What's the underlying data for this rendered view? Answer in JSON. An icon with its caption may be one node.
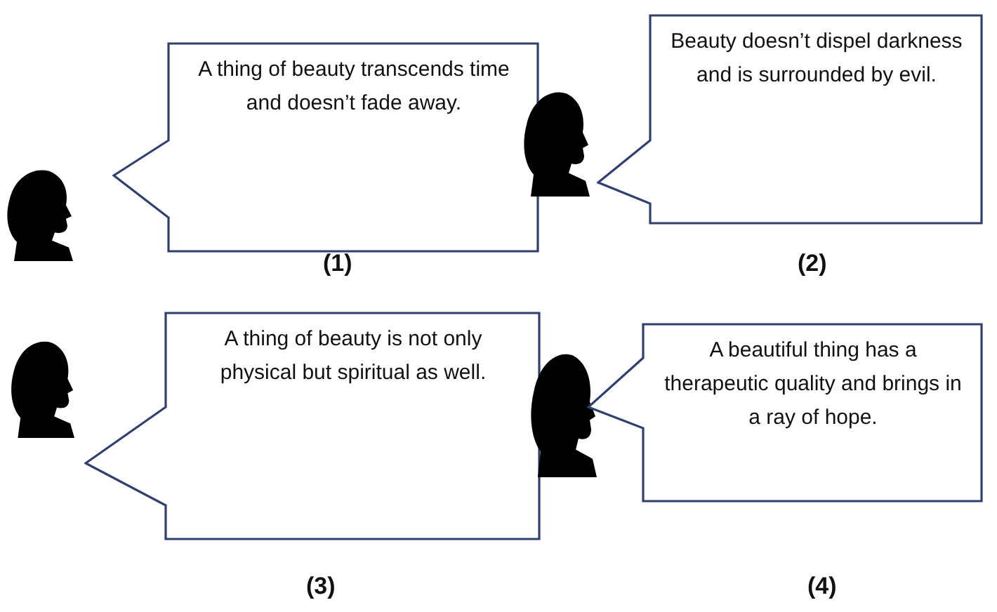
{
  "diagram": {
    "nodes": [
      {
        "text": [],
        "shape": "person"
      },
      {
        "text": [
          "A thing of beauty transcends time and doesn’t fade away."
        ]
      },
      {
        "text": [],
        "shape": "person"
      },
      {
        "text": [
          "Beauty doesn’t dispel darkness and is surrounded by evil."
        ]
      },
      {
        "text": [],
        "shape": "person"
      },
      {
        "text": [
          "A thing of beauty is not only physical but spiritual as well."
        ]
      },
      {
        "text": [],
        "shape": "person"
      },
      {
        "text": [
          "A beautiful thing has a therapeutic quality and brings in a ray of hope."
        ]
      }
    ],
    "labels": [
      "(1)",
      "(2)",
      "(3)",
      "(4)"
    ]
  }
}
